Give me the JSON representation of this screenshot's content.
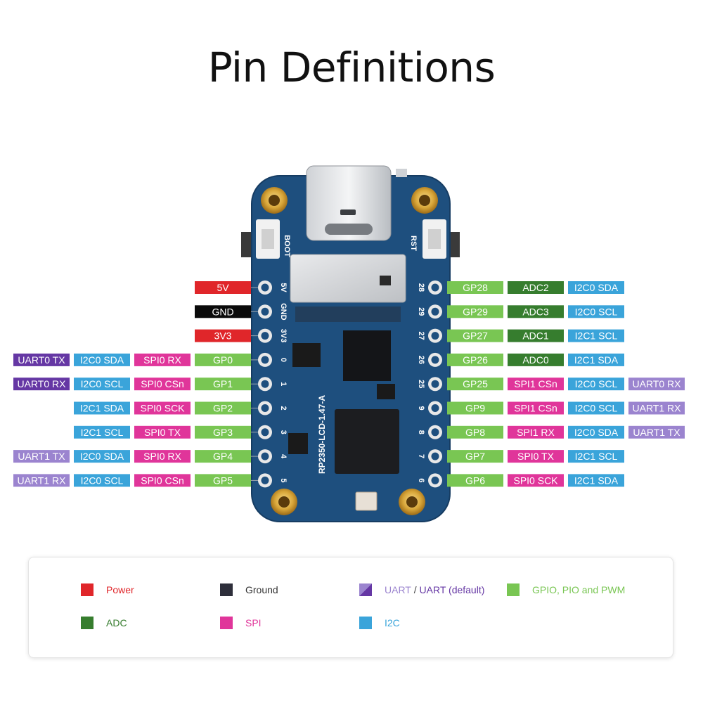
{
  "title": "Pin Definitions",
  "colors": {
    "power": "#e0262a",
    "ground": "#2e2f3b",
    "gnd_label": "#0a0a0a",
    "uart": "#9b84cf",
    "uart_default": "#6537a4",
    "gpio": "#79c653",
    "adc": "#367d2e",
    "spi": "#e0359a",
    "i2c": "#3aa4da"
  },
  "board": {
    "name": "RP2350-LCD-1.47-A",
    "boot": "BOOT",
    "rst": "RST",
    "left_silk": [
      "5V",
      "GND",
      "3V3",
      "0",
      "1",
      "2",
      "3",
      "4",
      "5"
    ],
    "right_silk": [
      "28",
      "29",
      "27",
      "26",
      "25",
      "9",
      "8",
      "7",
      "6"
    ]
  },
  "left_pins": [
    {
      "labels": [
        {
          "text": "5V",
          "type": "power"
        }
      ]
    },
    {
      "labels": [
        {
          "text": "GND",
          "type": "gnd"
        }
      ]
    },
    {
      "labels": [
        {
          "text": "3V3",
          "type": "power"
        }
      ]
    },
    {
      "labels": [
        {
          "text": "GP0",
          "type": "gpio"
        },
        {
          "text": "SPI0 RX",
          "type": "spi"
        },
        {
          "text": "I2C0 SDA",
          "type": "i2c"
        },
        {
          "text": "UART0 TX",
          "type": "uart_default"
        }
      ]
    },
    {
      "labels": [
        {
          "text": "GP1",
          "type": "gpio"
        },
        {
          "text": "SPI0 CSn",
          "type": "spi"
        },
        {
          "text": "I2C0 SCL",
          "type": "i2c"
        },
        {
          "text": "UART0 RX",
          "type": "uart_default"
        }
      ]
    },
    {
      "labels": [
        {
          "text": "GP2",
          "type": "gpio"
        },
        {
          "text": "SPI0 SCK",
          "type": "spi"
        },
        {
          "text": "I2C1 SDA",
          "type": "i2c"
        }
      ]
    },
    {
      "labels": [
        {
          "text": "GP3",
          "type": "gpio"
        },
        {
          "text": "SPI0 TX",
          "type": "spi"
        },
        {
          "text": "I2C1 SCL",
          "type": "i2c"
        }
      ]
    },
    {
      "labels": [
        {
          "text": "GP4",
          "type": "gpio"
        },
        {
          "text": "SPI0 RX",
          "type": "spi"
        },
        {
          "text": "I2C0 SDA",
          "type": "i2c"
        },
        {
          "text": "UART1 TX",
          "type": "uart"
        }
      ]
    },
    {
      "labels": [
        {
          "text": "GP5",
          "type": "gpio"
        },
        {
          "text": "SPI0 CSn",
          "type": "spi"
        },
        {
          "text": "I2C0 SCL",
          "type": "i2c"
        },
        {
          "text": "UART1 RX",
          "type": "uart"
        }
      ]
    }
  ],
  "right_pins": [
    {
      "labels": [
        {
          "text": "GP28",
          "type": "gpio"
        },
        {
          "text": "ADC2",
          "type": "adc"
        },
        {
          "text": "I2C0 SDA",
          "type": "i2c"
        }
      ]
    },
    {
      "labels": [
        {
          "text": "GP29",
          "type": "gpio"
        },
        {
          "text": "ADC3",
          "type": "adc"
        },
        {
          "text": "I2C0 SCL",
          "type": "i2c"
        }
      ]
    },
    {
      "labels": [
        {
          "text": "GP27",
          "type": "gpio"
        },
        {
          "text": "ADC1",
          "type": "adc"
        },
        {
          "text": "I2C1 SCL",
          "type": "i2c"
        }
      ]
    },
    {
      "labels": [
        {
          "text": "GP26",
          "type": "gpio"
        },
        {
          "text": "ADC0",
          "type": "adc"
        },
        {
          "text": "I2C1 SDA",
          "type": "i2c"
        }
      ]
    },
    {
      "labels": [
        {
          "text": "GP25",
          "type": "gpio"
        },
        {
          "text": "SPI1 CSn",
          "type": "spi"
        },
        {
          "text": "I2C0 SCL",
          "type": "i2c"
        },
        {
          "text": "UART0 RX",
          "type": "uart"
        }
      ]
    },
    {
      "labels": [
        {
          "text": "GP9",
          "type": "gpio"
        },
        {
          "text": "SPI1 CSn",
          "type": "spi"
        },
        {
          "text": "I2C0 SCL",
          "type": "i2c"
        },
        {
          "text": "UART1 RX",
          "type": "uart"
        }
      ]
    },
    {
      "labels": [
        {
          "text": "GP8",
          "type": "gpio"
        },
        {
          "text": "SPI1 RX",
          "type": "spi"
        },
        {
          "text": "I2C0 SDA",
          "type": "i2c"
        },
        {
          "text": "UART1 TX",
          "type": "uart"
        }
      ]
    },
    {
      "labels": [
        {
          "text": "GP7",
          "type": "gpio"
        },
        {
          "text": "SPI0 TX",
          "type": "spi"
        },
        {
          "text": "I2C1 SCL",
          "type": "i2c"
        }
      ]
    },
    {
      "labels": [
        {
          "text": "GP6",
          "type": "gpio"
        },
        {
          "text": "SPI0 SCK",
          "type": "spi"
        },
        {
          "text": "I2C1 SDA",
          "type": "i2c"
        }
      ]
    }
  ],
  "legend": {
    "power": "Power",
    "ground": "Ground",
    "uart": "UART",
    "uart_sep": " / ",
    "uart_default": "UART (default)",
    "gpio": "GPIO, PIO and PWM",
    "adc": "ADC",
    "spi": "SPI",
    "i2c": "I2C"
  }
}
